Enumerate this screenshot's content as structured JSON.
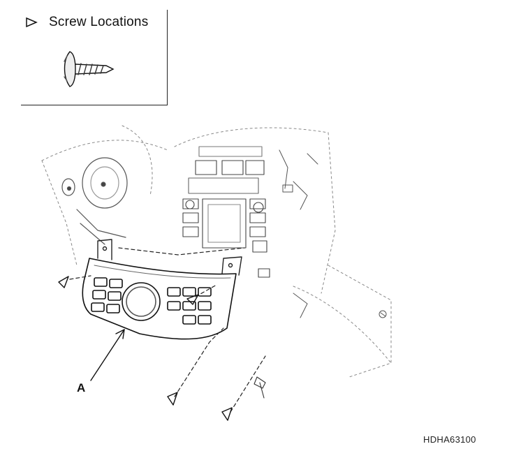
{
  "legend": {
    "title": "Screw Locations",
    "marker_icon": "triangle-marker-icon",
    "fastener_icon": "screw-icon"
  },
  "callouts": {
    "a_label": "A"
  },
  "figure_code": "HDHA63100"
}
